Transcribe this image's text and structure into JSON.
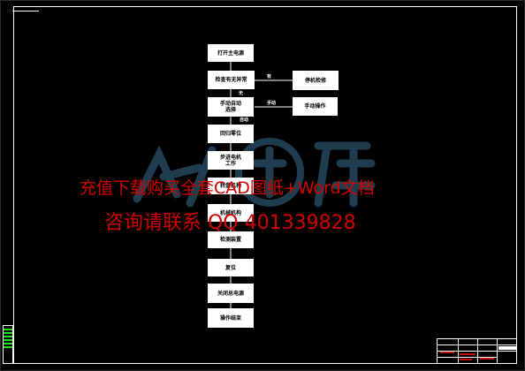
{
  "flowchart": {
    "steps": [
      "打开主电源",
      "检查有无异常",
      "手动自动\n选择",
      "回归零位",
      "步进电机\n工作",
      "转盘机构",
      "机械机构",
      "检测装置",
      "复位",
      "关闭总电源",
      "操作结束"
    ],
    "side_boxes": [
      "停机检修",
      "手动操作"
    ],
    "edge_labels": {
      "yes": "有",
      "no": "无",
      "manual": "手动",
      "auto": "自动"
    }
  },
  "watermark": {
    "line1": "充值下载购买全套CAD图纸+Word文档",
    "line2": "咨询请联系  QQ 401339828"
  },
  "colors": {
    "background": "#000000",
    "box_fill": "#ffffff",
    "lines": "#ffffff",
    "watermark": "#d10000",
    "logo": "#3a6f8f"
  }
}
